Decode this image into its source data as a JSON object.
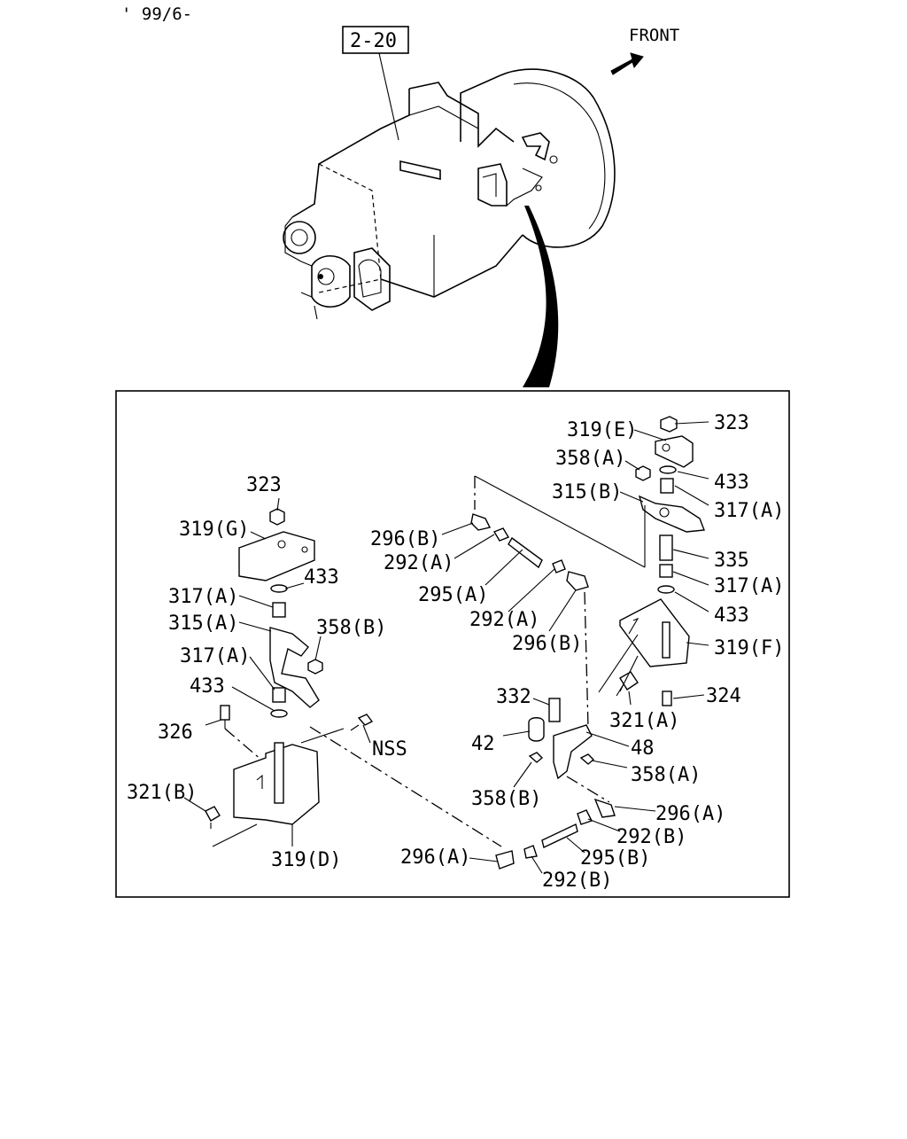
{
  "header": {
    "date_code": "' 99/6-",
    "ref_box": "2-20",
    "front_label": "FRONT"
  },
  "parts": {
    "p323_top": "323",
    "p319E": "319(E)",
    "p358A_top": "358(A)",
    "p433_r1": "433",
    "p315B": "315(B)",
    "p317A_r1": "317(A)",
    "p335": "335",
    "p317A_r2": "317(A)",
    "p433_r2": "433",
    "p319F": "319(F)",
    "p324": "324",
    "p321A": "321(A)",
    "p296B_top": "296(B)",
    "p292A_top": "292(A)",
    "p295A": "295(A)",
    "p292A_mid": "292(A)",
    "p296B_mid": "296(B)",
    "p323_left": "323",
    "p319G": "319(G)",
    "p433_l1": "433",
    "p317A_l1": "317(A)",
    "p315A": "315(A)",
    "p358B_left": "358(B)",
    "p317A_l2": "317(A)",
    "p433_l2": "433",
    "p326": "326",
    "pNSS": "NSS",
    "p321B": "321(B)",
    "p319D": "319(D)",
    "p332": "332",
    "p42": "42",
    "p48": "48",
    "p358A_mid": "358(A)",
    "p358B_mid": "358(B)",
    "p296A_right": "296(A)",
    "p292B_right": "292(B)",
    "p295B": "295(B)",
    "p296A_left": "296(A)",
    "p292B_bottom": "292(B)"
  }
}
